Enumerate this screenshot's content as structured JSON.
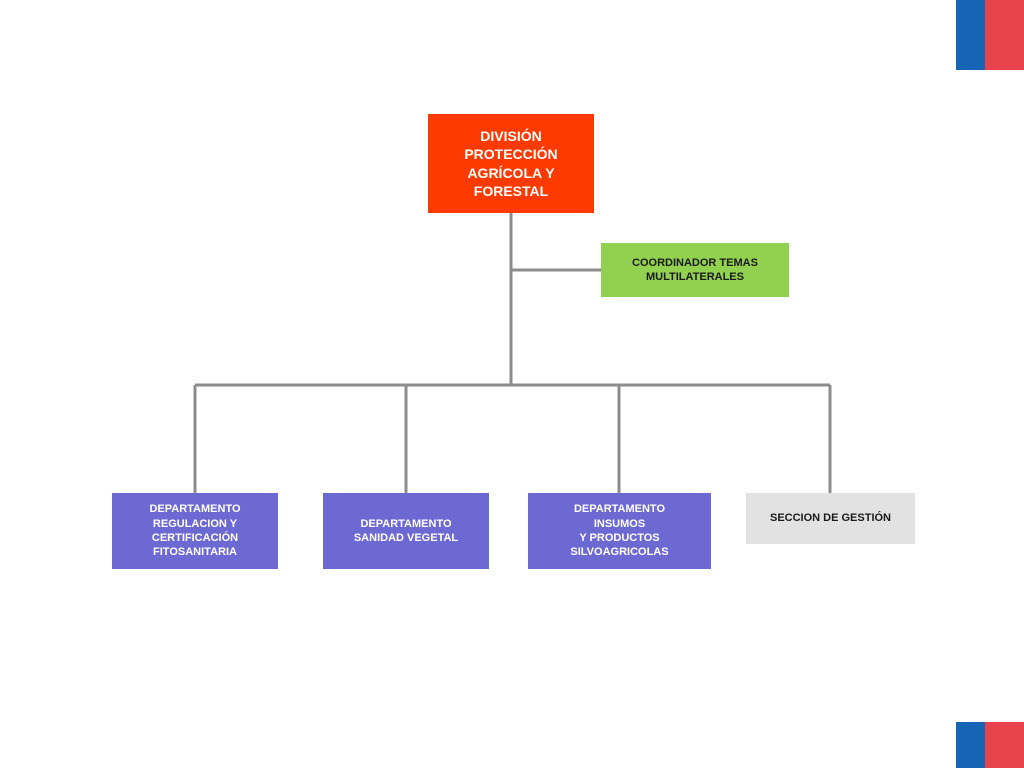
{
  "colors": {
    "division": "#fe3a00",
    "coordinator": "#92d050",
    "department": "#6c69d3",
    "section": "#e2e2e2",
    "connector": "#8c8c8c",
    "flag_blue": "#1665b5",
    "flag_red": "#e8424a"
  },
  "division": {
    "label": "DIVISIÓN\nPROTECCIÓN\nAGRÍCOLA Y\nFORESTAL"
  },
  "coordinator": {
    "label": "COORDINADOR TEMAS\nMULTILATERALES"
  },
  "departments": [
    {
      "label": "DEPARTAMENTO\nREGULACION Y\nCERTIFICACIÓN\nFITOSANITARIA"
    },
    {
      "label": "DEPARTAMENTO\nSANIDAD VEGETAL"
    },
    {
      "label": "DEPARTAMENTO\nINSUMOS\nY PRODUCTOS\nSILVOAGRICOLAS"
    }
  ],
  "section": {
    "label": "SECCION DE GESTIÓN"
  }
}
